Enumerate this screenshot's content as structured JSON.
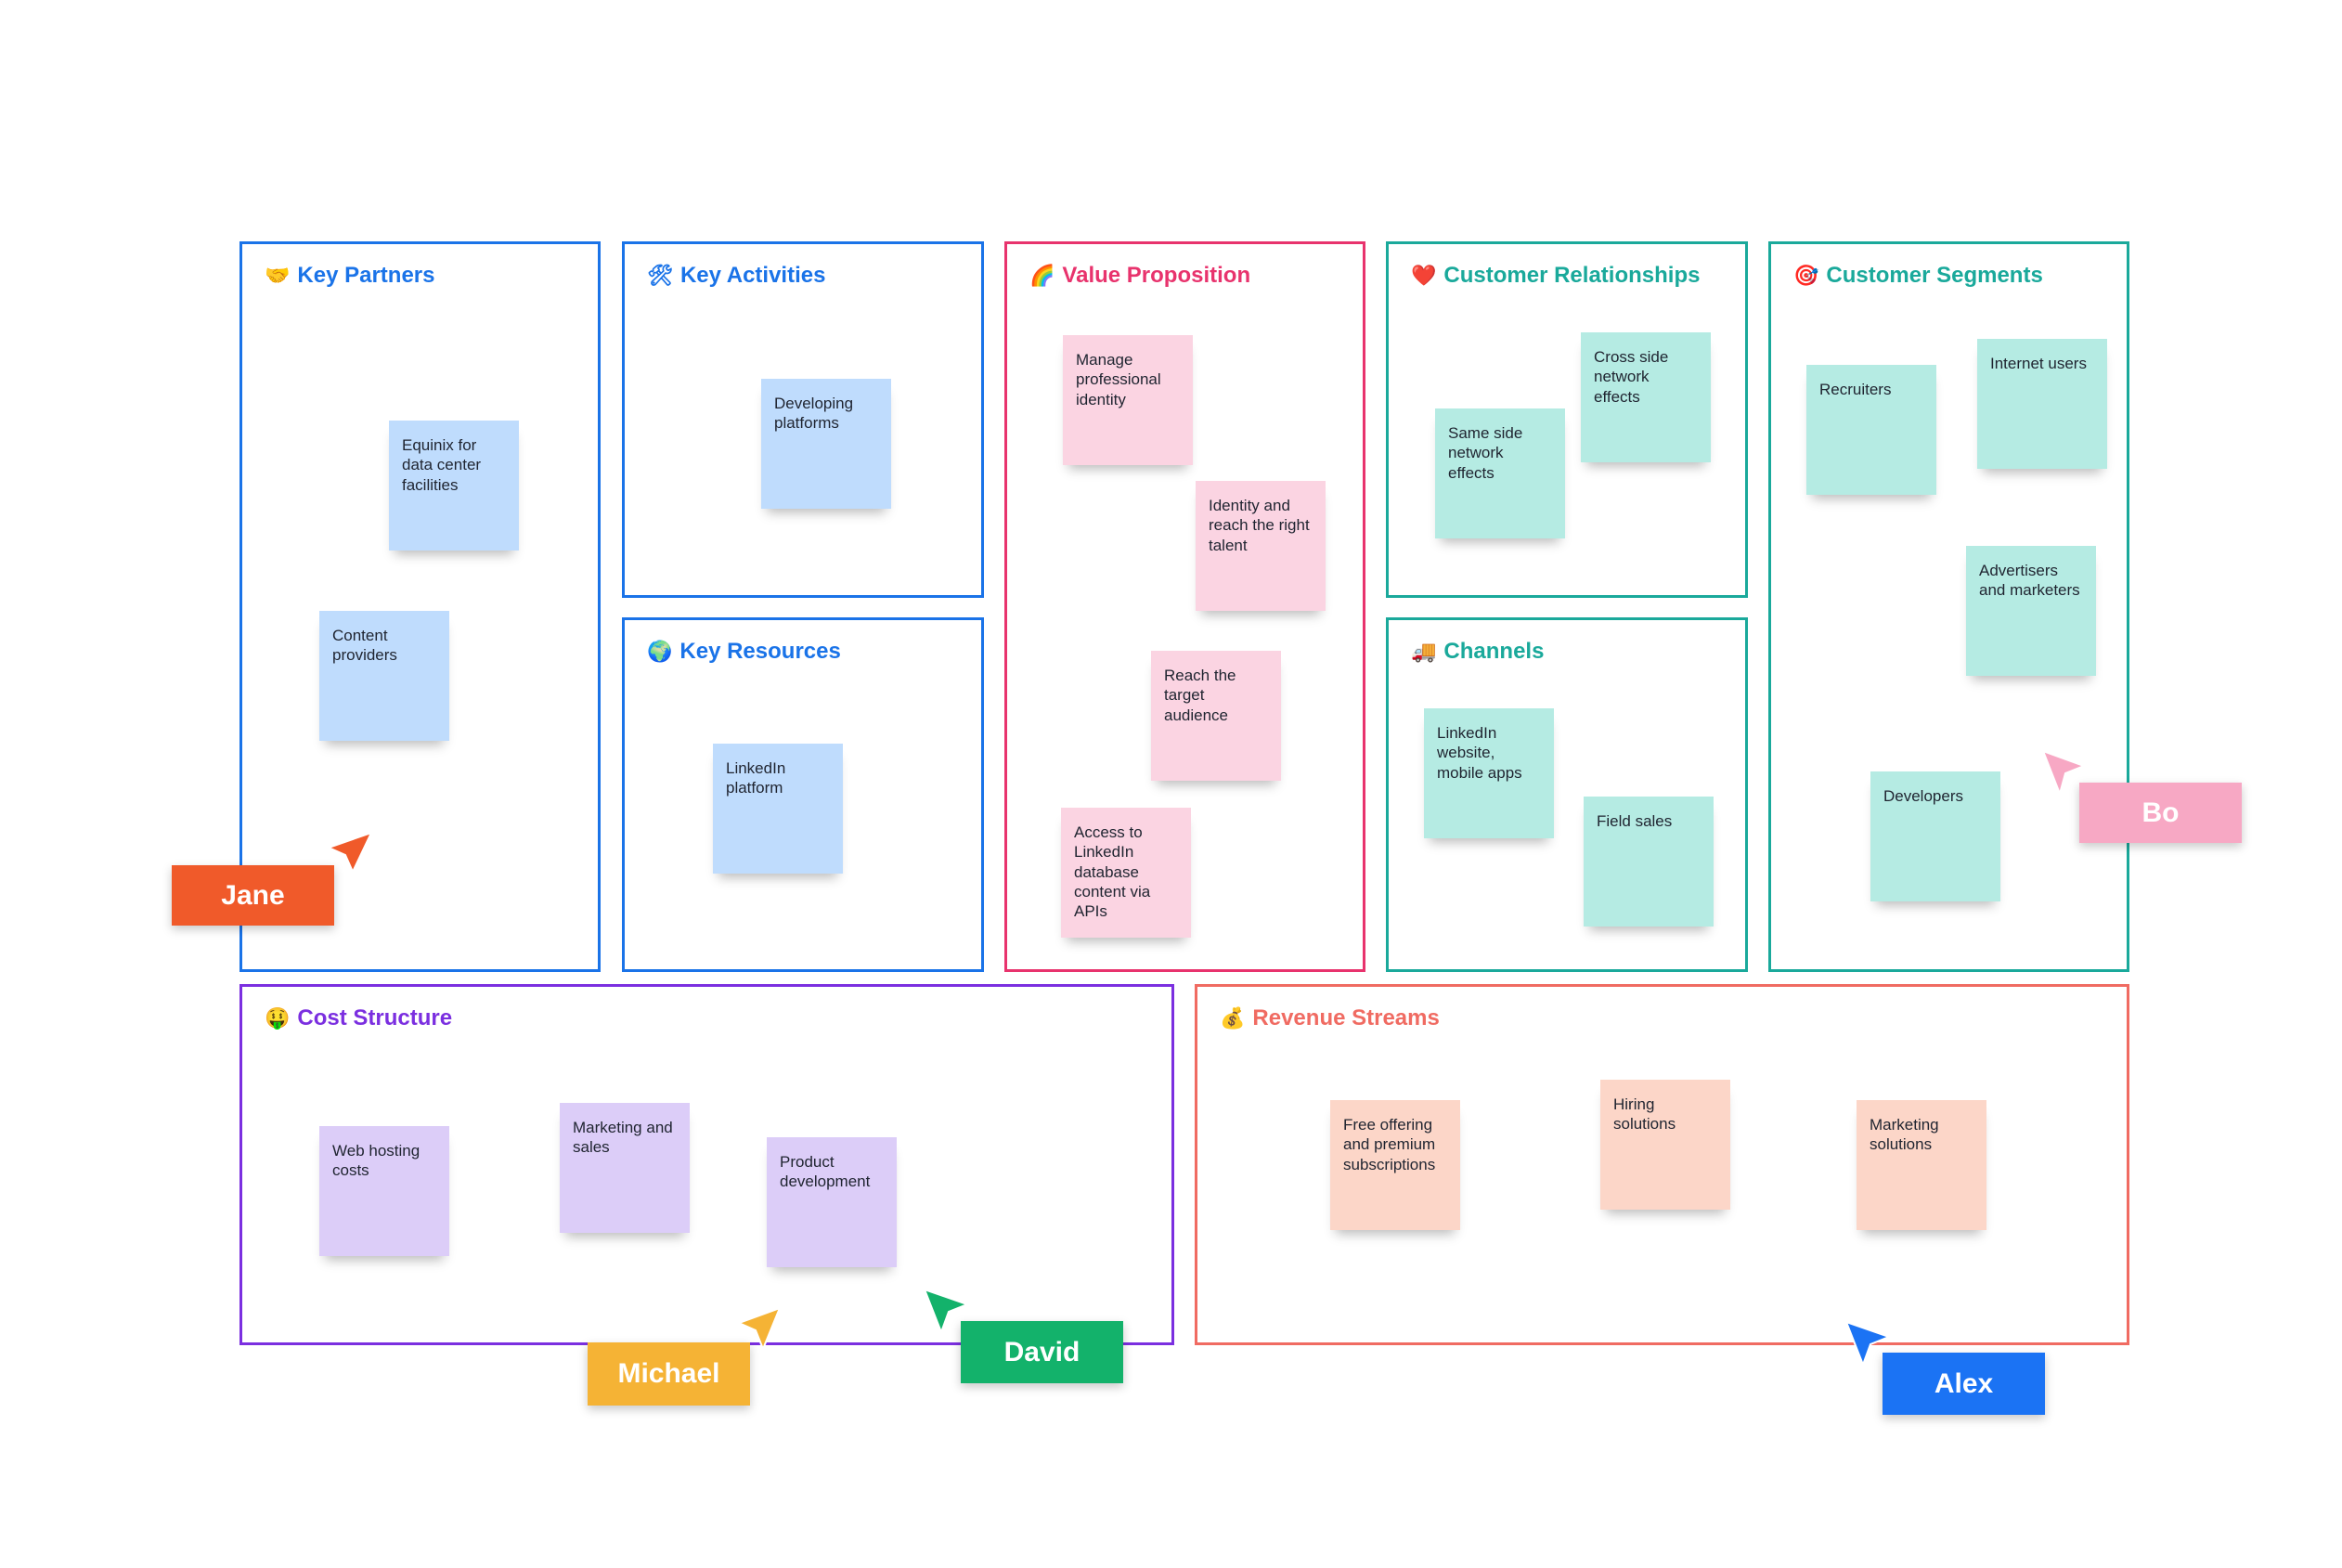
{
  "canvas": {
    "key_partners": {
      "icon": "handshake-icon",
      "emoji": "🤝",
      "title": "Key Partners",
      "color": "#1a73e8",
      "notes": [
        "Equinix for data center facilities",
        "Content providers"
      ]
    },
    "key_activities": {
      "icon": "tools-icon",
      "emoji": "🛠",
      "title": "Key Activities",
      "color": "#1a73e8",
      "notes": [
        "Developing platforms"
      ]
    },
    "key_resources": {
      "icon": "globe-icon",
      "emoji": "🌍",
      "title": "Key Resources",
      "color": "#1a73e8",
      "notes": [
        "LinkedIn platform"
      ]
    },
    "value_proposition": {
      "icon": "rainbow-icon",
      "emoji": "🌈",
      "title": "Value Proposition",
      "color": "#e8336d",
      "notes": [
        "Manage professional identity",
        "Identity and reach the right talent",
        "Reach the target audience",
        "Access to LinkedIn database content via APIs"
      ]
    },
    "customer_relationships": {
      "icon": "heart-icon",
      "emoji": "❤️",
      "title": "Customer Relationships",
      "color": "#1aa99b",
      "notes": [
        "Cross side network effects",
        "Same side network effects"
      ]
    },
    "channels": {
      "icon": "truck-icon",
      "emoji": "🚚",
      "title": "Channels",
      "color": "#1aa99b",
      "notes": [
        "LinkedIn website, mobile apps",
        "Field sales"
      ]
    },
    "customer_segments": {
      "icon": "target-icon",
      "emoji": "🎯",
      "title": "Customer Segments",
      "color": "#1aa99b",
      "notes": [
        "Recruiters",
        "Internet users",
        "Advertisers and marketers",
        "Developers"
      ]
    },
    "cost_structure": {
      "icon": "money-face-icon",
      "emoji": "🤑",
      "title": "Cost Structure",
      "color": "#7b2fe0",
      "notes": [
        "Web hosting costs",
        "Marketing and sales",
        "Product development"
      ]
    },
    "revenue_streams": {
      "icon": "money-bag-icon",
      "emoji": "💰",
      "title": "Revenue Streams",
      "color": "#f06b62",
      "notes": [
        "Free offering and premium subscriptions",
        "Hiring solutions",
        "Marketing solutions"
      ]
    }
  },
  "collaborators": [
    {
      "name": "Jane",
      "color": "#f05a2a"
    },
    {
      "name": "Bo",
      "color": "#f7a8c4"
    },
    {
      "name": "Michael",
      "color": "#f5b335"
    },
    {
      "name": "David",
      "color": "#13b26b"
    },
    {
      "name": "Alex",
      "color": "#1b73f4"
    }
  ]
}
